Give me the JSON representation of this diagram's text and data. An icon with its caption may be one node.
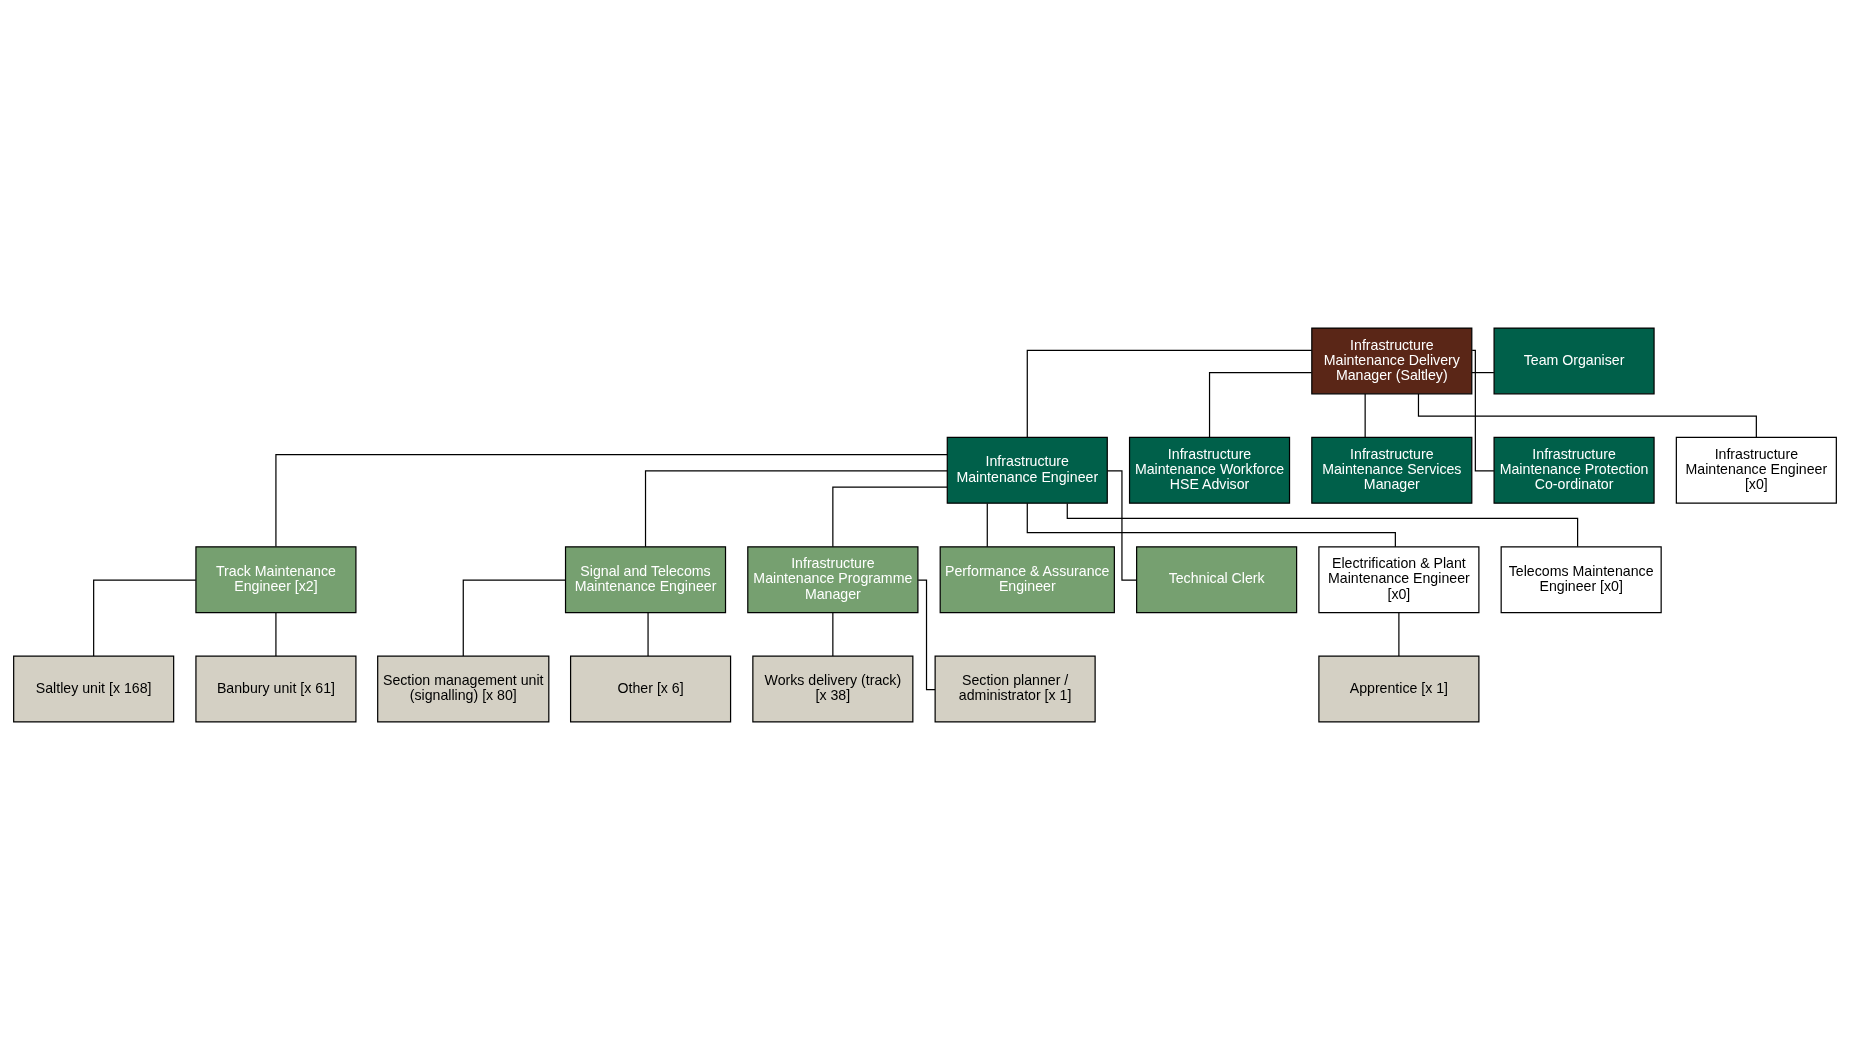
{
  "diagram": {
    "nodes": [
      {
        "text": [
          "Infrastructure Maintenance Delivery Manager (Saltley)"
        ]
      },
      {
        "text": [
          "Team Organiser"
        ]
      },
      {
        "text": [
          "Infrastructure Maintenance Engineer"
        ]
      },
      {
        "text": [
          "Infrastructure Maintenance Workforce HSE Advisor"
        ]
      },
      {
        "text": [
          "Infrastructure Maintenance Services Manager"
        ]
      },
      {
        "text": [
          "Infrastructure Maintenance Protection Co-ordinator"
        ]
      },
      {
        "text": [
          "Infrastructure Maintenance Engineer [x0]"
        ]
      },
      {
        "text": [
          "Track Maintenance Engineer [x2]"
        ]
      },
      {
        "text": [
          "Signal and Telecoms Maintenance Engineer"
        ]
      },
      {
        "text": [
          "Infrastructure Maintenance Programme Manager"
        ]
      },
      {
        "text": [
          "Performance & Assurance Engineer"
        ]
      },
      {
        "text": [
          "Technical Clerk"
        ]
      },
      {
        "text": [
          "Electrification & Plant Maintenance Engineer [x0]"
        ]
      },
      {
        "text": [
          "Telecoms Maintenance Engineer [x0]"
        ]
      },
      {
        "text": [
          "Saltley unit [x 168]"
        ]
      },
      {
        "text": [
          "Banbury unit [x 61]"
        ]
      },
      {
        "text": [
          "Section management unit (signalling) [x 80]"
        ]
      },
      {
        "text": [
          "Other [x 6]"
        ]
      },
      {
        "text": [
          "Works delivery (track) [x 38]"
        ]
      },
      {
        "text": [
          "Section planner / administrator [x 1]"
        ]
      },
      {
        "text": [
          "Apprentice [x 1]"
        ]
      }
    ],
    "edges": [
      {
        "from": 0,
        "to": 1,
        "arrow": "none"
      },
      {
        "from": 0,
        "to": 2,
        "arrow": "none"
      },
      {
        "from": 0,
        "to": 3,
        "arrow": "none"
      },
      {
        "from": 0,
        "to": 4,
        "arrow": "none"
      },
      {
        "from": 0,
        "to": 5,
        "arrow": "none"
      },
      {
        "from": 0,
        "to": 6,
        "arrow": "none"
      },
      {
        "from": 2,
        "to": 7,
        "arrow": "none"
      },
      {
        "from": 2,
        "to": 8,
        "arrow": "none"
      },
      {
        "from": 2,
        "to": 9,
        "arrow": "none"
      },
      {
        "from": 2,
        "to": 10,
        "arrow": "none"
      },
      {
        "from": 2,
        "to": 11,
        "arrow": "none"
      },
      {
        "from": 2,
        "to": 12,
        "arrow": "none"
      },
      {
        "from": 2,
        "to": 13,
        "arrow": "none"
      },
      {
        "from": 7,
        "to": 14,
        "arrow": "none"
      },
      {
        "from": 7,
        "to": 15,
        "arrow": "none"
      },
      {
        "from": 8,
        "to": 16,
        "arrow": "none"
      },
      {
        "from": 8,
        "to": 17,
        "arrow": "none"
      },
      {
        "from": 9,
        "to": 18,
        "arrow": "none"
      },
      {
        "from": 9,
        "to": 19,
        "arrow": "none"
      },
      {
        "from": 12,
        "to": 20,
        "arrow": "none"
      }
    ]
  }
}
